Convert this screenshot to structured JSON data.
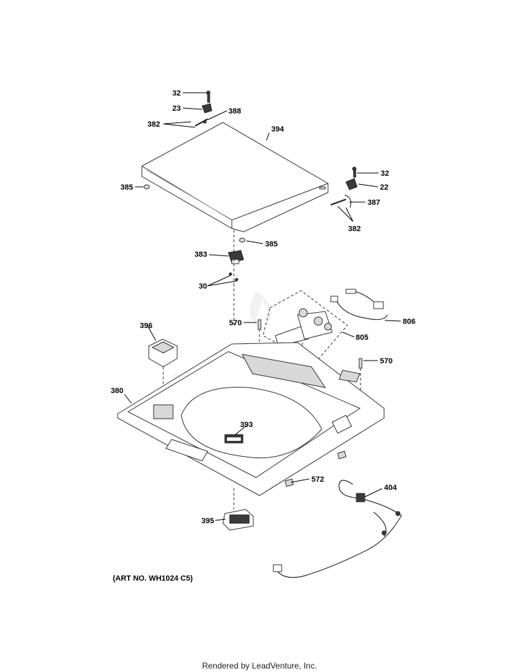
{
  "callouts": {
    "c32_top": "32",
    "c23": "23",
    "c388": "388",
    "c382_left": "382",
    "c394": "394",
    "c32_right": "32",
    "c22": "22",
    "c387": "387",
    "c382_right": "382",
    "c385_left": "385",
    "c385_bottom": "385",
    "c383": "383",
    "c30": "30",
    "c570_left": "570",
    "c806": "806",
    "c805": "805",
    "c396": "396",
    "c570_right": "570",
    "c380": "380",
    "c393": "393",
    "c572": "572",
    "c404": "404",
    "c395": "395"
  },
  "art_number": "(ART NO. WH1024 C5)",
  "footer": "Rendered by LeadVenture, Inc."
}
